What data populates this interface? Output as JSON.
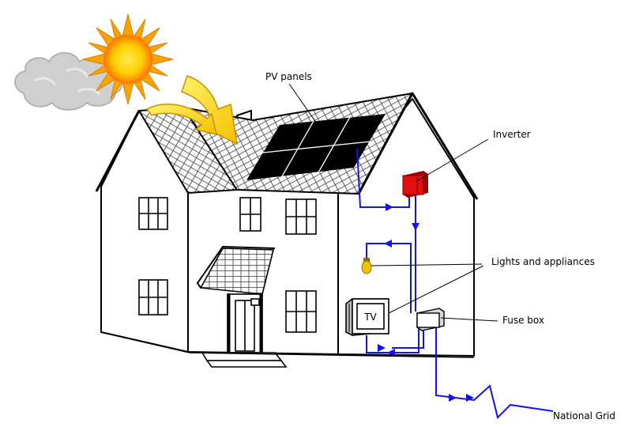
{
  "labels": {
    "pv_panels": "PV panels",
    "inverter": "Inverter",
    "lights_appliances": "Lights and appliances",
    "fuse_box": "Fuse box",
    "national_grid": "National Grid",
    "tv": "TV"
  },
  "colors": {
    "sun_ray": "#f5a000",
    "sun_core": "#ffd200",
    "sun_edge": "#ff6a00",
    "arrow": "#ffd800",
    "wire": "#1414e6",
    "inverter": "#e01010",
    "bulb": "#f2c000"
  },
  "icons": [
    "sun-icon",
    "cloud-icon",
    "sunlight-arrow-icon",
    "lightbulb-icon",
    "tv-icon"
  ]
}
